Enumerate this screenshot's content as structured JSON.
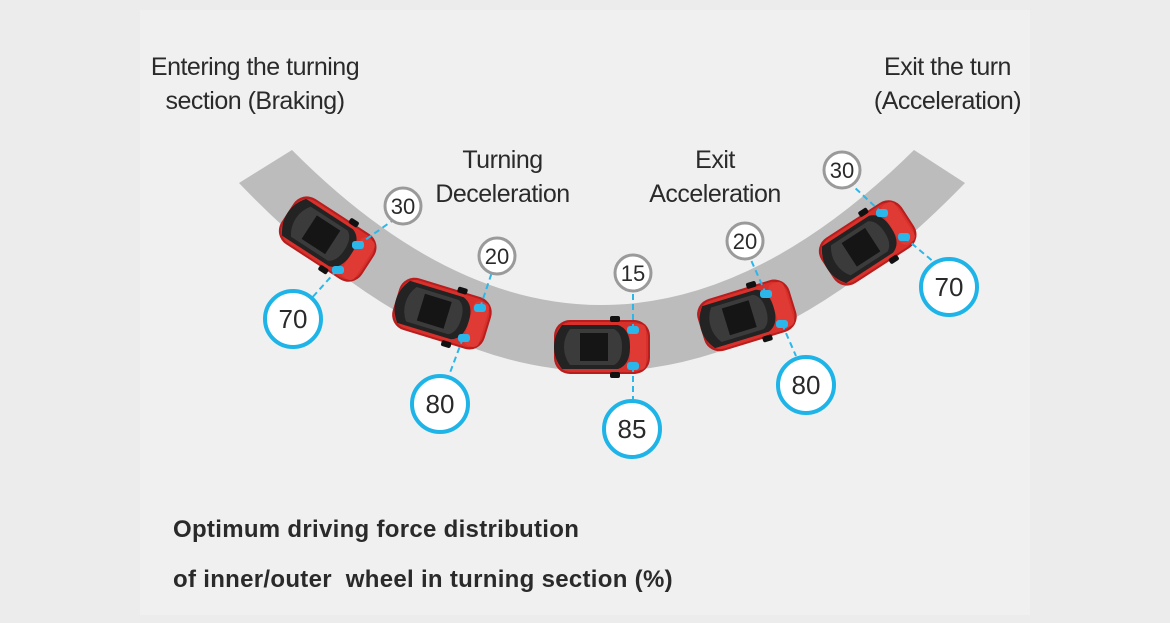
{
  "phases": {
    "entering": [
      "Entering the turning",
      "section (Braking)"
    ],
    "turning": [
      "Turning",
      "Deceleration"
    ],
    "exit_acceleration": [
      "Exit",
      "Acceleration"
    ],
    "exit_turn": [
      "Exit the turn",
      "(Acceleration)"
    ]
  },
  "cars": [
    {
      "inner": "30",
      "outer": "70"
    },
    {
      "inner": "20",
      "outer": "80"
    },
    {
      "inner": "15",
      "outer": "85"
    },
    {
      "inner": "20",
      "outer": "80"
    },
    {
      "inner": "30",
      "outer": "70"
    }
  ],
  "caption": [
    "Optimum driving force distribution",
    "of inner/outer  wheel in turning section (%)"
  ],
  "colors": {
    "road": "#bdbdbd",
    "outer_ring": "#1eb4e8",
    "inner_ring": "#9a9a9a",
    "car_body": "#d42a2a",
    "wheel_marker": "#2cb7ea"
  }
}
